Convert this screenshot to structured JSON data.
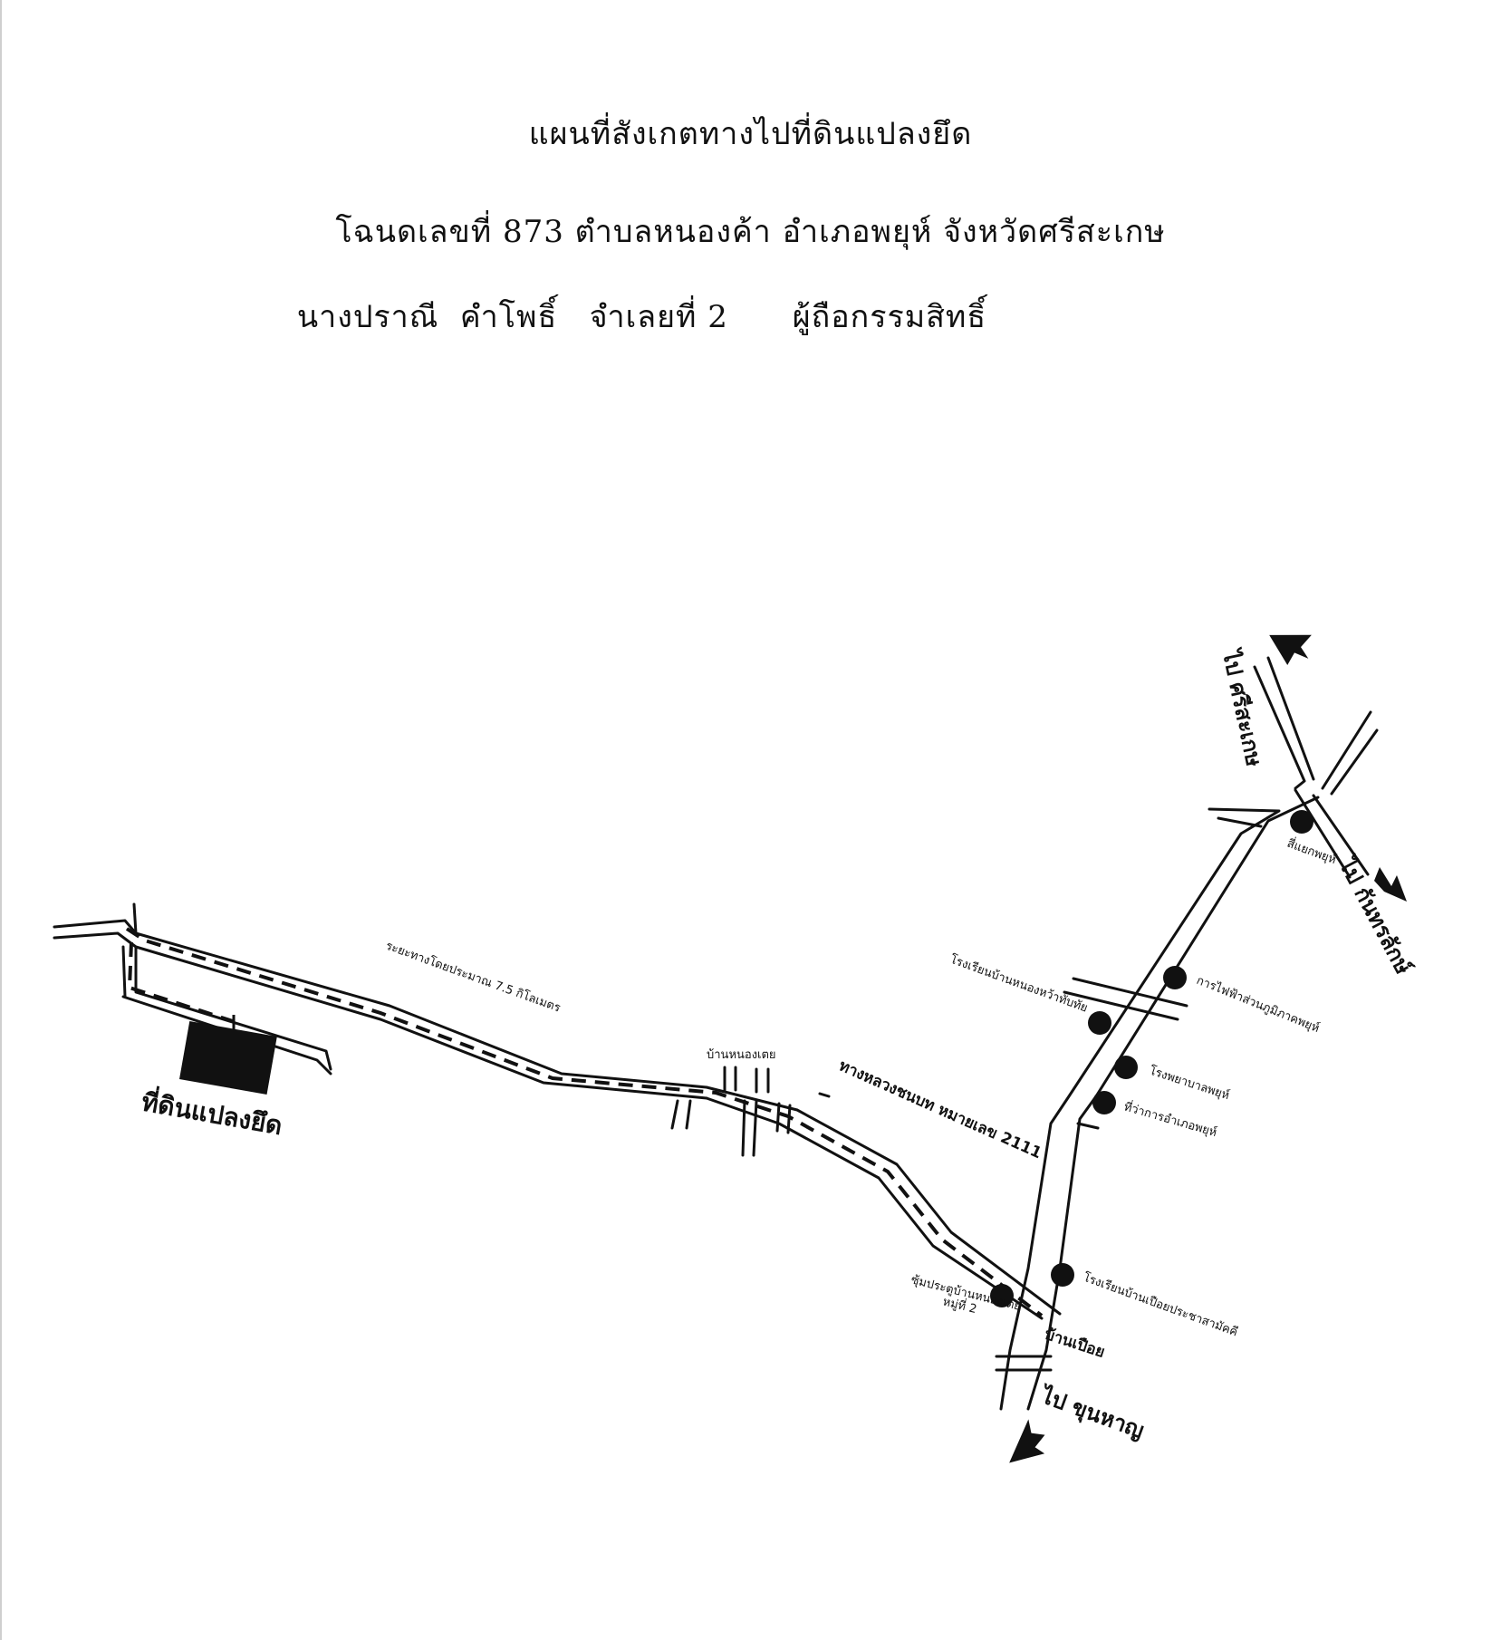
{
  "title": {
    "line1": "แผนที่สังเกตทางไปที่ดินแปลงยึด",
    "line2": "โฉนดเลขที่ 873 ตำบลหนองค้า อำเภอพยุห์ จังหวัดศรีสะเกษ",
    "line3": "นางปราณี  คำโพธิ์   จำเลยที่ 2      ผู้ถือกรรมสิทธิ์"
  },
  "map": {
    "parcel_label": "ที่ดินแปลงยึด",
    "distance_label": "ระยะทางโดยประมาณ 7.5 กิโลเมตร",
    "village_nongtoei": "บ้านหนองเตย",
    "highway_label": "ทางหลวงชนบท หมายเลข 2111",
    "village_pueai": "บ้านเปือย",
    "to_sisaket": "ไป ศรีสะเกษ",
    "to_kanthararak": "ไป กันทรลักษ์",
    "to_khunhan": "ไป ขุนหาญ",
    "landmarks": {
      "intersection": "สี่แยกพยุห์",
      "electricity": "การไฟฟ้าส่วนภูมิภาคพยุห์",
      "school_nongkhrua": "โรงเรียนบ้านหนองหว้าทับทัย",
      "hospital": "โรงพยาบาลพยุห์",
      "district_office": "ที่ว่าการอำเภอพยุห์",
      "school_pueai": "โรงเรียนบ้านเปือยประชาสามัคคี",
      "village_gate_1": "ซุ้มประตูบ้านหนองเตย",
      "village_gate_2": "หมู่ที่ 2"
    },
    "icons": {
      "landmark": "landmark-dot-icon",
      "direction": "direction-arrow-icon",
      "parcel": "parcel-block-icon"
    }
  }
}
